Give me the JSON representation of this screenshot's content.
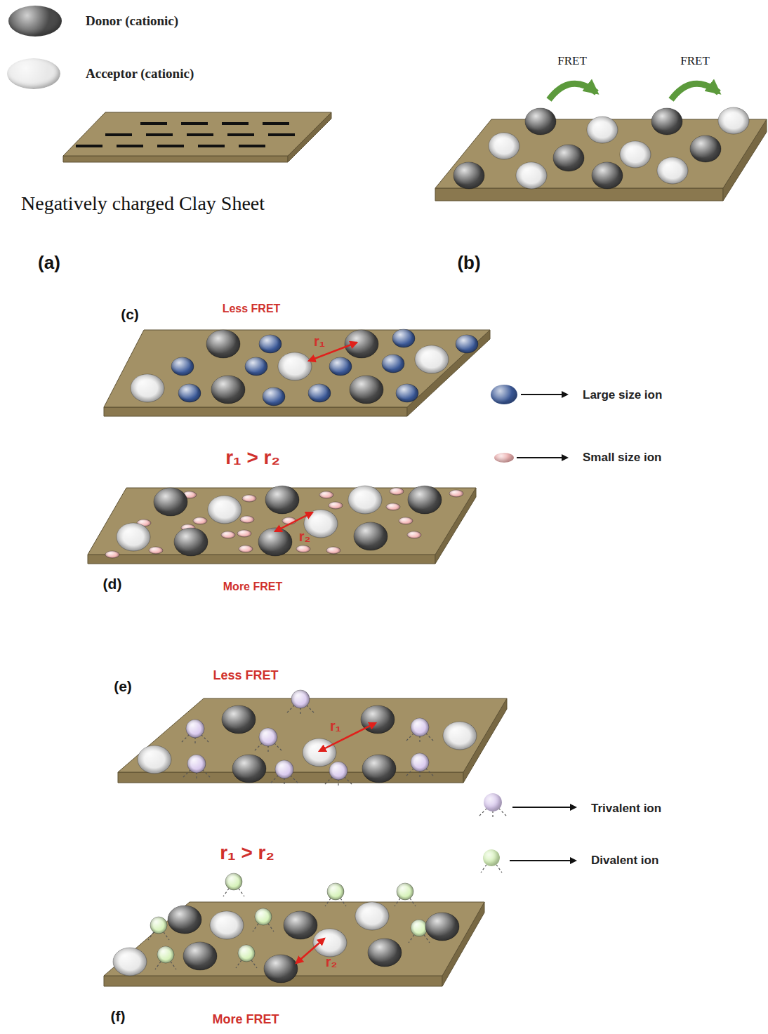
{
  "diagram": {
    "labels": [
      "(a)",
      "Negatively charged Clay Sheet",
      "FRET",
      "FRET",
      "(b)",
      "(c)",
      "Less FRET",
      "r₁",
      "r₁ > r₂",
      "r₂",
      "(d)",
      "More FRET",
      "(e)",
      "Less FRET",
      "r₁",
      "r₁ > r₂",
      "r₂",
      "(f)",
      "More FRET"
    ],
    "legend": [
      {
        "text": "Donor (cationic)",
        "color": "#4a4a4a"
      },
      {
        "text": "Acceptor (cationic)",
        "color": "#e8e8e8"
      },
      {
        "text": "Large size ion",
        "color": "#3b5998"
      },
      {
        "text": "Small size ion",
        "color": "#f5b7b7"
      },
      {
        "text": "Trivalent ion",
        "color": "#d9c9ee"
      },
      {
        "text": "Divalent ion",
        "color": "#d6f2b9"
      }
    ]
  }
}
